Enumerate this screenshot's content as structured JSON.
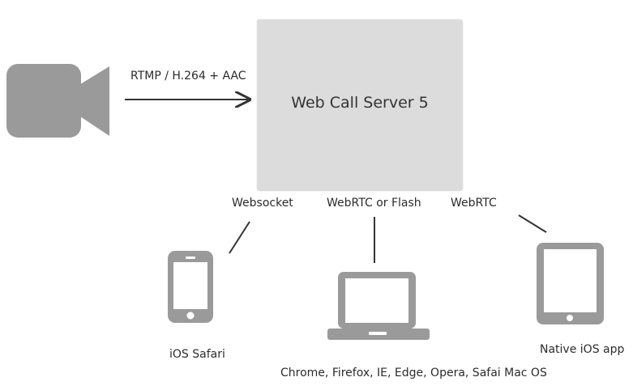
{
  "server": {
    "title": "Web Call Server 5"
  },
  "links": {
    "input": "RTMP / H.264 + AAC",
    "websocket": "Websocket",
    "webrtc_flash": "WebRTC or Flash",
    "webrtc": "WebRTC"
  },
  "clients": {
    "ios_safari": "iOS Safari",
    "desktop_browsers": "Chrome, Firefox, IE, Edge, Opera, Safai Mac OS",
    "native_ios": "Native iOS app"
  },
  "colors": {
    "icon": "#9a9a9a",
    "server_fill": "#dcdcdc",
    "line": "#333333"
  },
  "icons": [
    "video-camera-icon",
    "smartphone-icon",
    "laptop-icon",
    "tablet-icon"
  ]
}
